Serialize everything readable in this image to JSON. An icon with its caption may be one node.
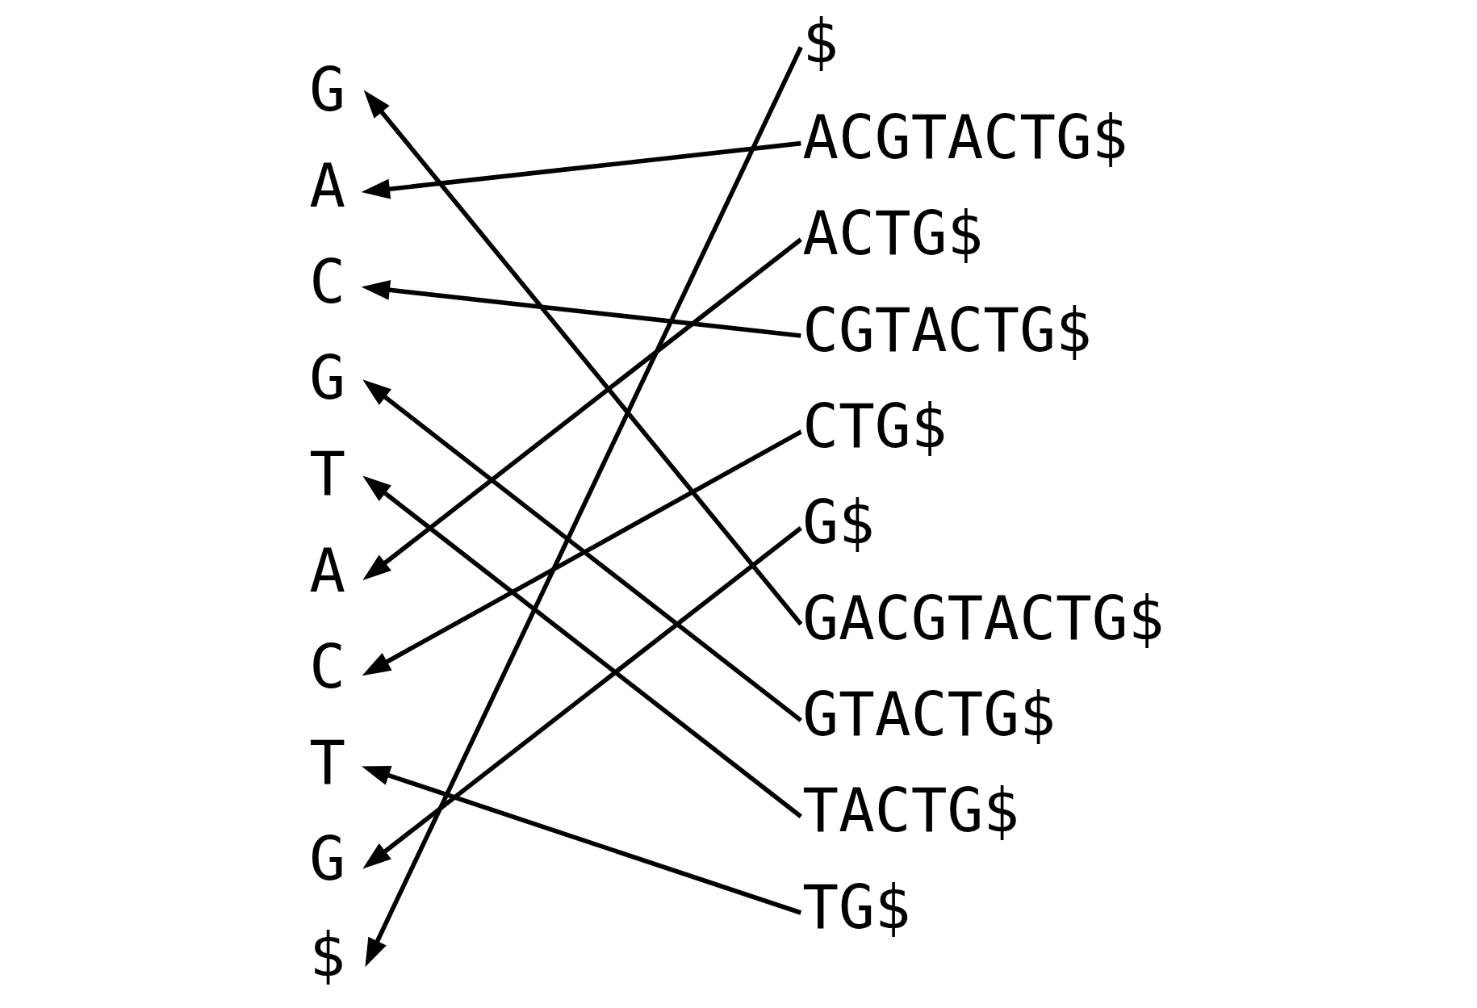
{
  "diagram": {
    "nodes": [
      {
        "text": [
          "G"
        ]
      },
      {
        "text": [
          "A"
        ]
      },
      {
        "text": [
          "C"
        ]
      },
      {
        "text": [
          "G"
        ]
      },
      {
        "text": [
          "T"
        ]
      },
      {
        "text": [
          "A"
        ]
      },
      {
        "text": [
          "C"
        ]
      },
      {
        "text": [
          "T"
        ]
      },
      {
        "text": [
          "G"
        ]
      },
      {
        "text": [
          "$"
        ]
      },
      {
        "text": [
          "$"
        ]
      },
      {
        "text": [
          "ACGTACTG$"
        ]
      },
      {
        "text": [
          "ACTG$"
        ]
      },
      {
        "text": [
          "CGTACTG$"
        ]
      },
      {
        "text": [
          "CTG$"
        ]
      },
      {
        "text": [
          "G$"
        ]
      },
      {
        "text": [
          "GACGTACTG$"
        ]
      },
      {
        "text": [
          "GTACTG$"
        ]
      },
      {
        "text": [
          "TACTG$"
        ]
      },
      {
        "text": [
          "TG$"
        ]
      }
    ],
    "edges": [
      {
        "from": 10,
        "to": 9,
        "arrow": "to"
      },
      {
        "from": 11,
        "to": 1,
        "arrow": "to"
      },
      {
        "from": 12,
        "to": 5,
        "arrow": "to"
      },
      {
        "from": 13,
        "to": 2,
        "arrow": "to"
      },
      {
        "from": 14,
        "to": 6,
        "arrow": "to"
      },
      {
        "from": 15,
        "to": 8,
        "arrow": "to"
      },
      {
        "from": 16,
        "to": 0,
        "arrow": "to"
      },
      {
        "from": 17,
        "to": 3,
        "arrow": "to"
      },
      {
        "from": 18,
        "to": 4,
        "arrow": "to"
      },
      {
        "from": 19,
        "to": 7,
        "arrow": "to"
      }
    ]
  }
}
